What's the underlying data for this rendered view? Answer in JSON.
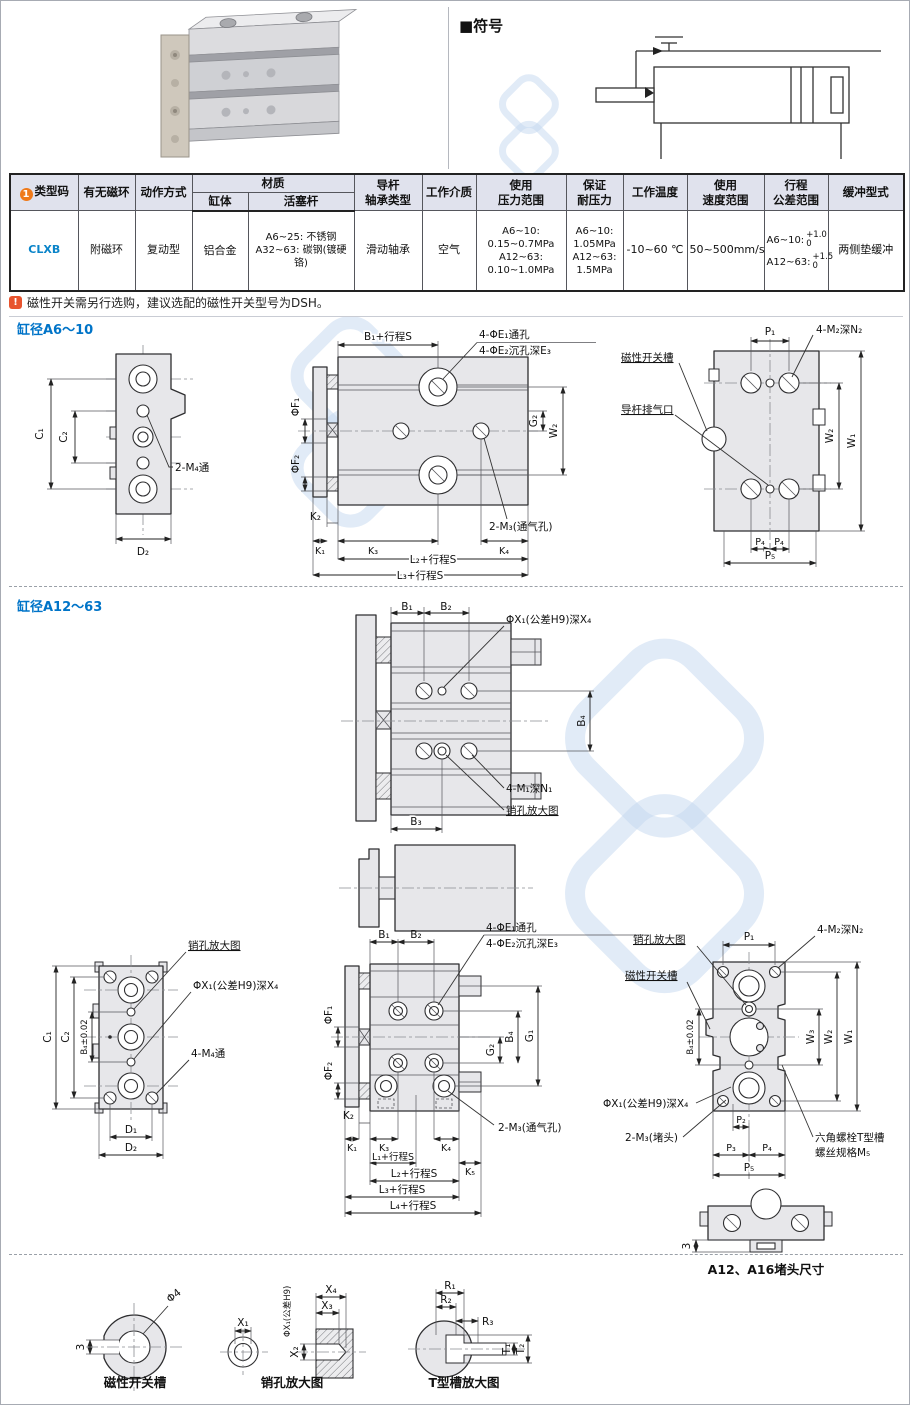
{
  "colors": {
    "accent_blue": "#0074c8",
    "type_code_blue": "#0a84c9",
    "header_bg": "#e0e2ed",
    "badge_orange": "#ef7a1a",
    "note_badge": "#e8542e",
    "drawing_fill": "#e7e7ea",
    "watermark": "#c3d8ef"
  },
  "symbol": {
    "title": "■符号"
  },
  "table": {
    "headers": {
      "type_code_badge": "1",
      "type_code": "类型码",
      "magnet": "有无磁环",
      "action": "动作方式",
      "material": "材质",
      "body": "缸体",
      "piston_rod": "活塞杆",
      "bearing_l1": "导杆",
      "bearing_l2": "轴承类型",
      "medium": "工作介质",
      "pressure_l1": "使用",
      "pressure_l2": "压力范围",
      "proof_l1": "保证",
      "proof_l2": "耐压力",
      "temperature": "工作温度",
      "speed_l1": "使用",
      "speed_l2": "速度范围",
      "tolerance_l1": "行程",
      "tolerance_l2": "公差范围",
      "cushion": "缓冲型式"
    },
    "row": {
      "type_code": "CLXB",
      "magnet": "附磁环",
      "action": "复动型",
      "body": "铝合金",
      "piston_rod_l1": "A6~25: 不锈钢",
      "piston_rod_l2": "A32~63: 碳钢(镀硬铬)",
      "bearing": "滑动轴承",
      "medium": "空气",
      "pressure_l1": "A6~10:",
      "pressure_l2": "0.15~0.7MPa",
      "pressure_l3": "A12~63:",
      "pressure_l4": "0.10~1.0MPa",
      "proof_l1": "A6~10:",
      "proof_l2": "1.05MPa",
      "proof_l3": "A12~63:",
      "proof_l4": "1.5MPa",
      "temperature": "-10~60 ℃",
      "speed": "50~500mm/s",
      "tol1_prefix": "A6~10:",
      "tol1_upper": "+1.0",
      "tol1_lower": "0",
      "tol2_prefix": "A12~63:",
      "tol2_upper": "+1.5",
      "tol2_lower": "0",
      "cushion": "两侧垫缓冲"
    }
  },
  "note": {
    "badge": "!",
    "text": "磁性开关需另行选购，建议选配的磁性开关型号为DSH。"
  },
  "sections": {
    "a6_title": "缸径A6～10",
    "a12_title": "缸径A12～63"
  },
  "d": {
    "a6l": {
      "c1": "C₁",
      "c2": "C₂",
      "d2": "D₂",
      "m4": "2-M₄通"
    },
    "a6m": {
      "b1s": "B₁+行程S",
      "e1": "4-ΦE₁通孔",
      "e2": "4-ΦE₂沉孔深E₃",
      "f1": "ΦF₁",
      "f2": "ΦF₂",
      "g2": "G₂",
      "w2": "W₂",
      "k2": "K₂",
      "k1": "K₁",
      "k3": "K₃",
      "k4": "K₄",
      "l2s": "L₂+行程S",
      "l3s": "L₃+行程S",
      "m3": "2-M₃(通气孔)"
    },
    "a6r": {
      "p1": "P₁",
      "m2": "4-M₂深N₂",
      "mag": "磁性开关槽",
      "vent": "导杆排气口",
      "w2": "W₂",
      "w1": "W₁",
      "p4a": "P₄",
      "p4b": "P₄",
      "p5": "P₅"
    },
    "a12t": {
      "b1": "B₁",
      "b2": "B₂",
      "x1": "ΦX₁(公差H9)深X₄",
      "b4": "B₄",
      "m1": "4-M₁深N₁",
      "pin": "销孔放大图",
      "b3": "B₃"
    },
    "a12l": {
      "pin": "销孔放大图",
      "x1": "ΦX₁(公差H9)深X₄",
      "m4": "4-M₄通",
      "c1": "C₁",
      "c2": "C₂",
      "b4": "B₄±0.02",
      "d1": "D₁",
      "d2": "D₂"
    },
    "a12m": {
      "b1": "B₁",
      "b2": "B₂",
      "e1": "4-ΦE₁通孔",
      "e2": "4-ΦE₂沉孔深E₃",
      "f1": "ΦF₁",
      "f2": "ΦF₂",
      "g2": "G₂",
      "b4": "B₄",
      "g1": "G₁",
      "k2": "K₂",
      "k1": "K₁",
      "k3": "K₃",
      "k4": "K₄",
      "k5": "K₅",
      "l1s": "L₁+行程S",
      "l2s": "L₂+行程S",
      "l3s": "L₃+行程S",
      "l4s": "L₄+行程S",
      "m3": "2-M₃(通气孔)"
    },
    "a12r": {
      "pin": "销孔放大图",
      "mag": "磁性开关槽",
      "p1": "P₁",
      "m2": "4-M₂深N₂",
      "b4": "B₄±0.02",
      "w3": "W₃",
      "w2": "W₂",
      "w1": "W₁",
      "x1": "ΦX₁(公差H9)深X₄",
      "m3": "2-M₃(堵头)",
      "tslot1": "六角螺栓T型槽",
      "tslot2": "螺丝规格M₅",
      "p2": "P₂",
      "p3": "P₃",
      "p4": "P₄",
      "p5": "P₅"
    },
    "plug": {
      "dim3": "3",
      "caption": "A12、A16堵头尺寸"
    },
    "det1": {
      "dim3": "3",
      "phi4": "Φ4",
      "caption": "磁性开关槽"
    },
    "det2": {
      "x1": "X₁",
      "x2": "X₂",
      "phix1": "ΦX₁(公差H9)",
      "x4": "X₄",
      "x3": "X₃",
      "caption": "销孔放大图"
    },
    "det3": {
      "r1": "R₁",
      "r2": "R₂",
      "r3": "R₃",
      "t1": "T₁",
      "t2": "T₂",
      "caption": "T型槽放大图"
    }
  }
}
